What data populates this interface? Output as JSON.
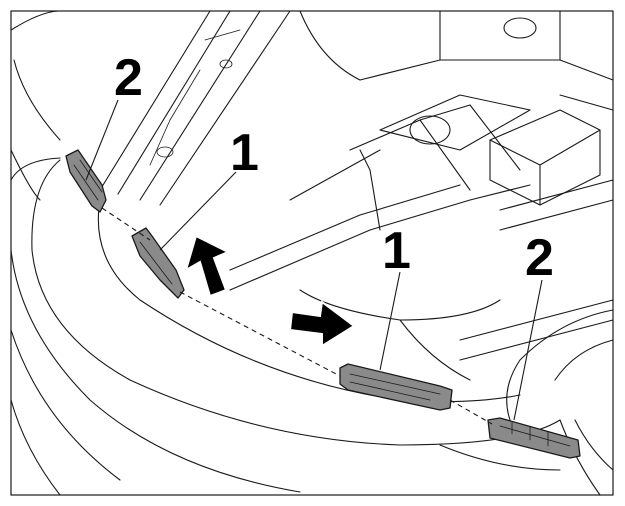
{
  "callouts": {
    "c1": "2",
    "c2": "1",
    "c3": "1",
    "c4": "2"
  },
  "colors": {
    "line": "#1a1a1a",
    "part_fill": "#8a8a8a",
    "arrow": "#000000",
    "background": "#ffffff"
  },
  "icons": {
    "push_arrow_1": "arrow-up-left-icon",
    "push_arrow_2": "arrow-down-right-icon"
  }
}
